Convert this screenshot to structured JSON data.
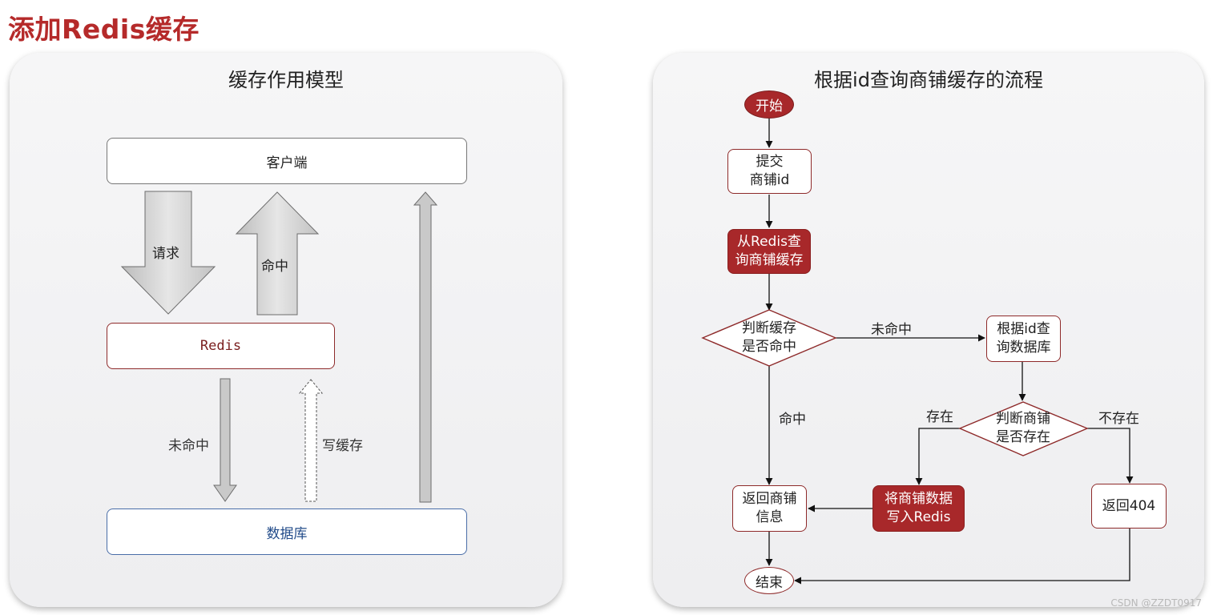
{
  "title": "添加Redis缓存",
  "left": {
    "title": "缓存作用模型",
    "client": "客户端",
    "redis": "Redis",
    "database": "数据库",
    "request": "请求",
    "hit": "命中",
    "miss": "未命中",
    "write_cache": "写缓存"
  },
  "right": {
    "title": "根据id查询商铺缓存的流程",
    "start": "开始",
    "submit": "提交\n商铺id",
    "query_redis": "从Redis查\n询商铺缓存",
    "judge_cache": "判断缓存\n是否命中",
    "miss": "未命中",
    "query_db": "根据id查\n询数据库",
    "hit": "命中",
    "exists": "存在",
    "judge_shop": "判断商铺\n是否存在",
    "not_exists": "不存在",
    "return_info": "返回商铺\n信息",
    "write_redis": "将商铺数据\n写入Redis",
    "return_404": "返回404",
    "end": "结束"
  },
  "colors": {
    "accent": "#a8282a",
    "title": "#b52a2a",
    "db_border": "#4a6ea8"
  },
  "watermark": "CSDN @ZZDT0917"
}
